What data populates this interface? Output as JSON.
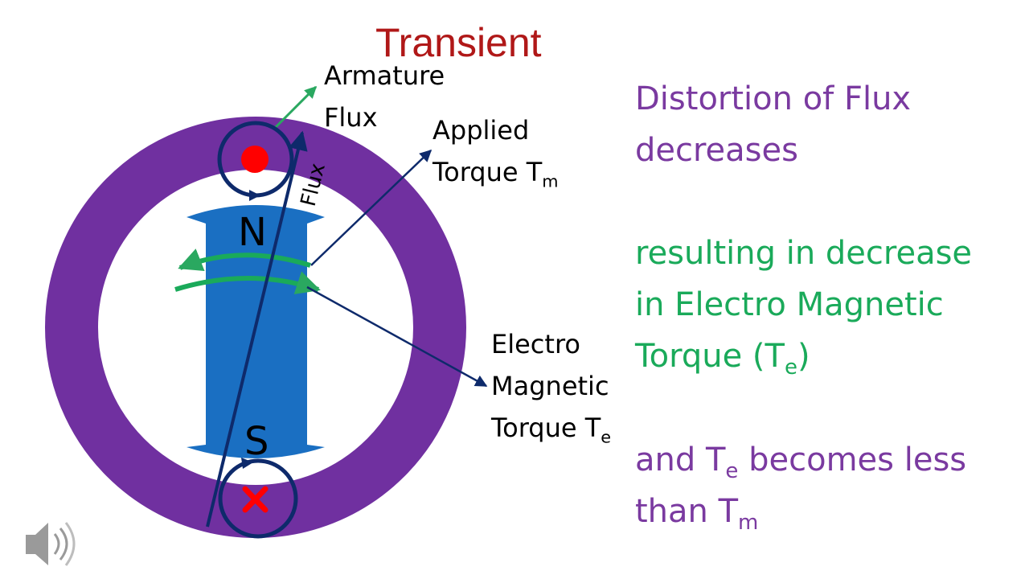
{
  "slide": {
    "title": "Transient",
    "colors": {
      "title": "#b01818",
      "stator": "#7030a0",
      "rotor": "#1a6fc2",
      "flux_line": "#0e2a6b",
      "armature_arrow": "#2aa860",
      "torque_arrow": "#1aaa5a",
      "conductor": "#ff0000",
      "right_text_purple": "#7a3aa0",
      "right_text_green": "#1aaa5a"
    }
  },
  "diagram": {
    "pole_north": "N",
    "pole_south": "S",
    "flux_label": "Flux",
    "conductor_top": "dot",
    "conductor_bottom": "cross",
    "labels": {
      "armature": [
        "Armature",
        "Flux"
      ],
      "applied_torque": {
        "line1": "Applied",
        "line2": "Torque T",
        "sub": "m"
      },
      "em_torque": {
        "line1": "Electro",
        "line2": "Magnetic",
        "line3": "Torque T",
        "sub": "e"
      }
    }
  },
  "notes": {
    "line1": "Distortion of Flux",
    "line2": "decreases",
    "line3": "resulting in decrease",
    "line4": "in Electro Magnetic",
    "line5_pre": "Torque (T",
    "line5_sub": "e",
    "line5_post": ")",
    "line6_pre": "and T",
    "line6_sub": "e",
    "line6_post": " becomes less",
    "line7_pre": "than T",
    "line7_sub": "m"
  },
  "player": {
    "icon": "speaker-icon"
  }
}
